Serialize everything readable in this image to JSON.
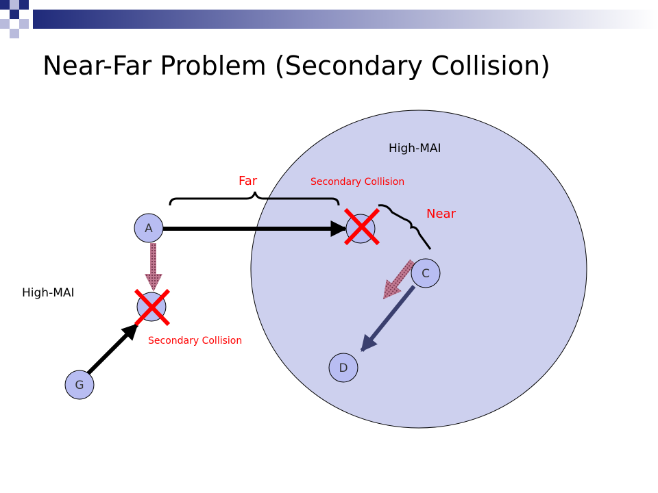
{
  "slide": {
    "title": "Near-Far Problem (Secondary Collision)"
  },
  "colors": {
    "accent_navy": "#1f2a7a",
    "node_fill": "#b8bdf2",
    "region_fill": "#cdd0ee",
    "collision_red": "#ff0000",
    "interference_arrow": "#a05070",
    "signal_arrow": "#000000",
    "link_arrow": "#3a3f6e"
  },
  "diagram": {
    "region_label": "High-MAI",
    "left_label": "High-MAI",
    "far_label": "Far",
    "near_label": "Near",
    "collision_top": "Secondary Collision",
    "collision_bottom": "Secondary Collision",
    "nodes": {
      "A": "A",
      "C": "C",
      "D": "D",
      "G": "G"
    }
  }
}
